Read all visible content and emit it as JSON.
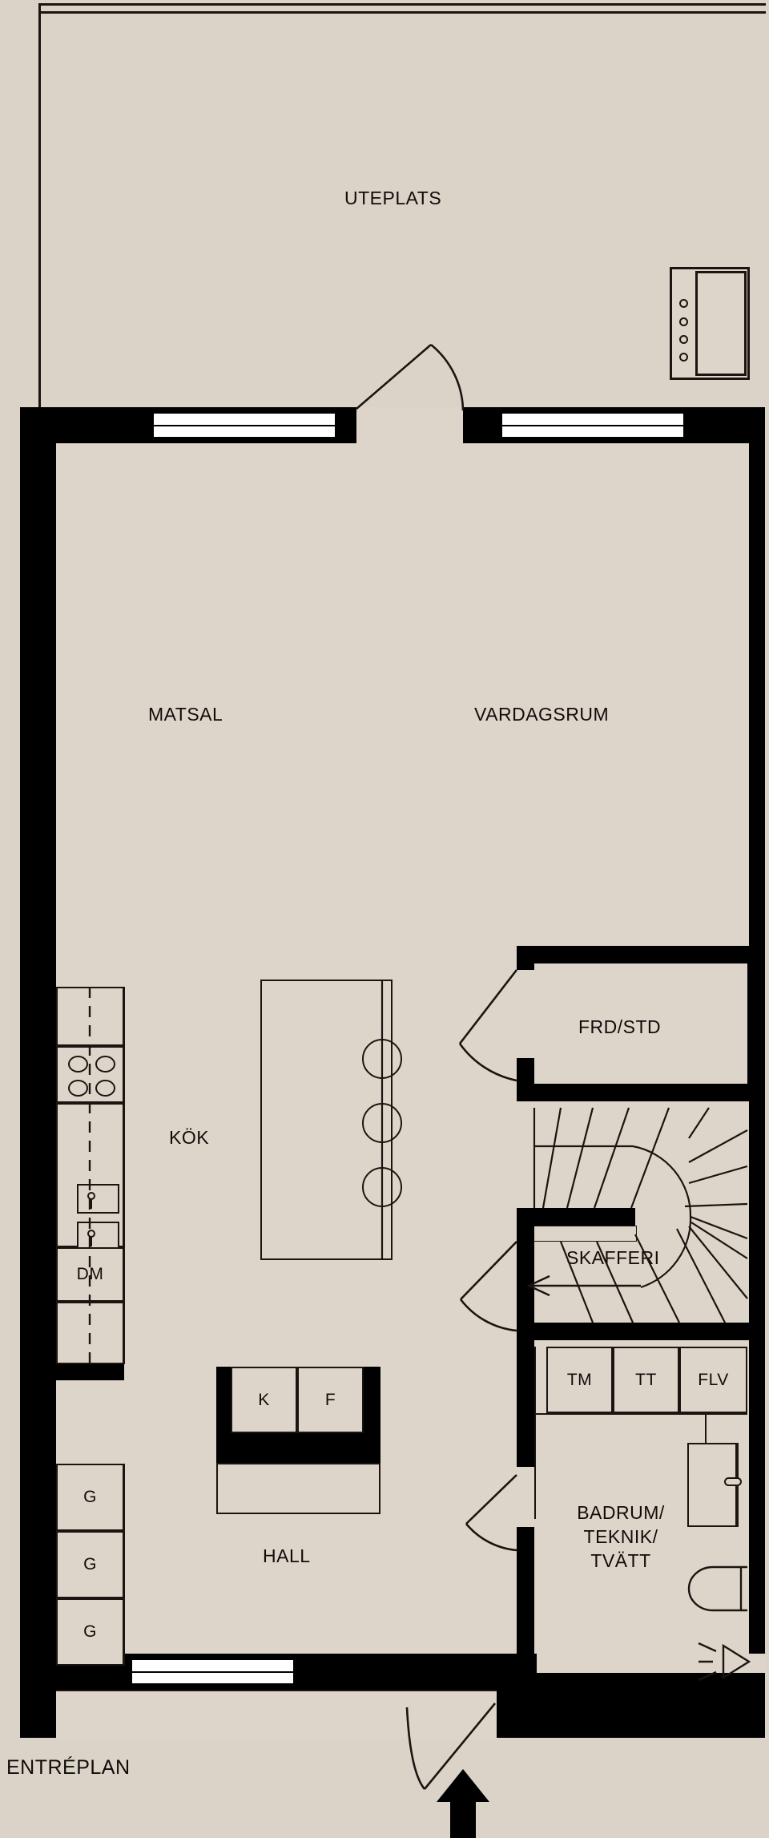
{
  "plan": {
    "title": "ENTRÉPLAN",
    "colors": {
      "background": "#dbd3c8",
      "floor": "#ded5ca",
      "wall": "#000000",
      "line": "#1b1410",
      "window": "#ffffff"
    }
  },
  "rooms": [
    {
      "key": "uteplats",
      "label": "UTEPLATS"
    },
    {
      "key": "matsal",
      "label": "MATSAL"
    },
    {
      "key": "vardagsrum",
      "label": "VARDAGSRUM"
    },
    {
      "key": "kok",
      "label": "KÖK"
    },
    {
      "key": "hall",
      "label": "HALL"
    },
    {
      "key": "frd_std",
      "label": "FRD/STD"
    },
    {
      "key": "skafferi",
      "label": "SKAFFERI"
    },
    {
      "key": "badrum",
      "label": "BADRUM/\nTEKNIK/\nTVÄTT"
    }
  ],
  "fixtures": {
    "dishwasher": "DM",
    "wardrobe_1": "G",
    "wardrobe_2": "G",
    "wardrobe_3": "G",
    "fridge": "K",
    "freezer": "F",
    "washing_machine": "TM",
    "tumble_dryer": "TT",
    "heat_pump": "FLV"
  },
  "annotations": {
    "entrance_arrow": "entrance-direction-arrow",
    "stair_arrow": "stair-up-direction-arrow",
    "shower_symbol": "shower-symbol",
    "toilet_symbol": "toilet-symbol",
    "sink_symbol": "washbasin-symbol",
    "cooktop_symbol": "cooktop-four-burner",
    "sink_basin_1": "kitchen-sink-basin",
    "sink_basin_2": "kitchen-sink-basin",
    "bar_stool_1": "bar-stool",
    "bar_stool_2": "bar-stool",
    "bar_stool_3": "bar-stool",
    "shed_door": "outdoor-storage-door",
    "floor_label": "floor-level-label"
  }
}
